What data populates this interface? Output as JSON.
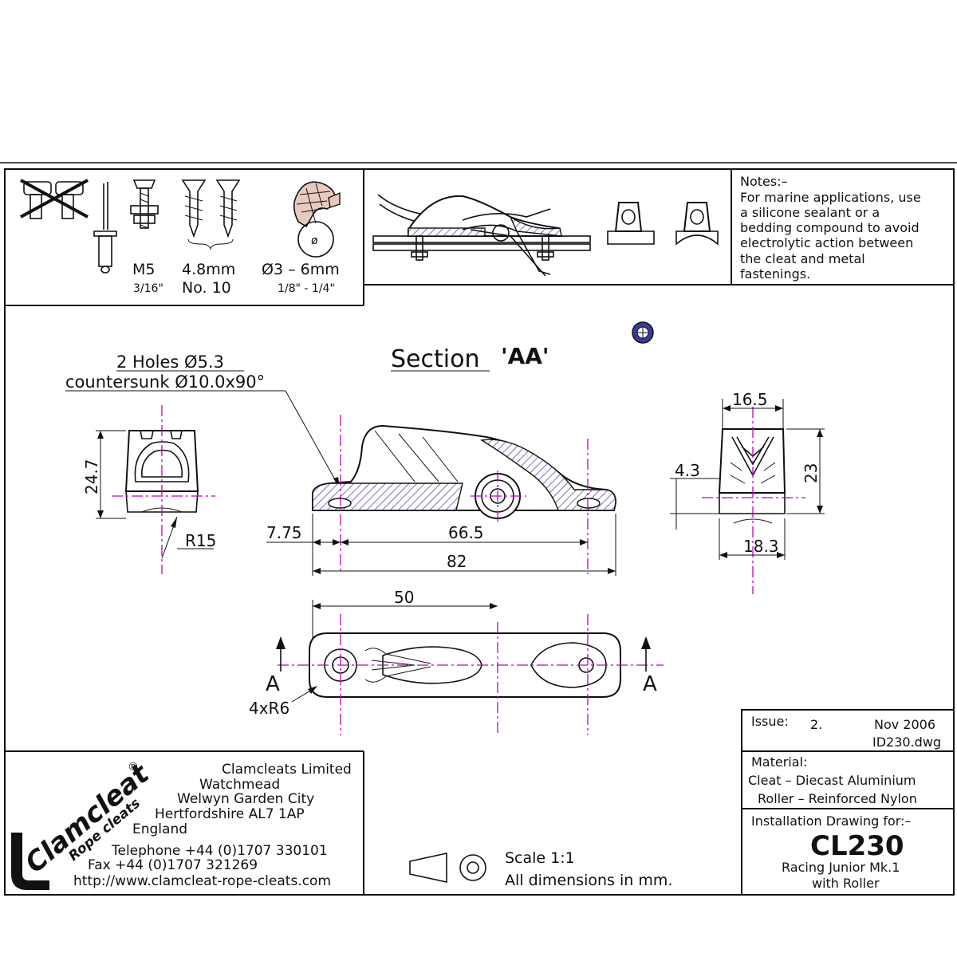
{
  "fasteners": {
    "m5": "M5",
    "m5_imperial": "3/16\"",
    "screw": "4.8mm",
    "screw_no": "No. 10",
    "rope": "Ø3 – 6mm",
    "rope_imperial": "1/8\" - 1/4\""
  },
  "notes": {
    "title": "Notes:–",
    "lines": [
      "For marine applications, use",
      "a silicone sealant or a",
      "bedding compound to avoid",
      "electrolytic action between",
      "the cleat and metal",
      "fastenings."
    ]
  },
  "drawing": {
    "section_title": "Section",
    "section_mark": "'AA'",
    "holes_line1": "2 Holes Ø5.3",
    "holes_line2": "countersunk Ø10.0x90°",
    "dim_24_7": "24.7",
    "dim_r15": "R15",
    "dim_7_75": "7.75",
    "dim_66_5": "66.5",
    "dim_82": "82",
    "dim_16_5": "16.5",
    "dim_4_3": "4.3",
    "dim_23": "23",
    "dim_18_3": "18.3",
    "dim_50": "50",
    "dim_4xr6": "4xR6",
    "section_a_left": "A",
    "section_a_right": "A"
  },
  "company": {
    "brand": "Clamcleat",
    "registered": "®",
    "tagline": "Rope cleats",
    "lines": [
      "Clamcleats Limited",
      "Watchmead",
      "Welwyn Garden City",
      "Hertfordshire AL7 1AP",
      "England"
    ],
    "telephone": "Telephone +44 (0)1707 330101",
    "fax": "Fax +44 (0)1707 321269",
    "web": "http://www.clamcleat-rope-cleats.com"
  },
  "scale": {
    "scale": "Scale 1:1",
    "units": "All dimensions in mm."
  },
  "title_block": {
    "issue_label": "Issue:",
    "issue": "2.",
    "date": "Nov 2006",
    "file": "ID230.dwg",
    "material_label": "Material:",
    "material_cleat": "Cleat – Diecast Aluminium",
    "material_roller": "Roller – Reinforced Nylon",
    "install_label": "Installation Drawing for:–",
    "model": "CL230",
    "desc1": "Racing Junior Mk.1",
    "desc2": "with Roller"
  },
  "colors": {
    "centerline": "#c000c0",
    "ink": "#111111",
    "hatch": "#3a3aa0"
  }
}
